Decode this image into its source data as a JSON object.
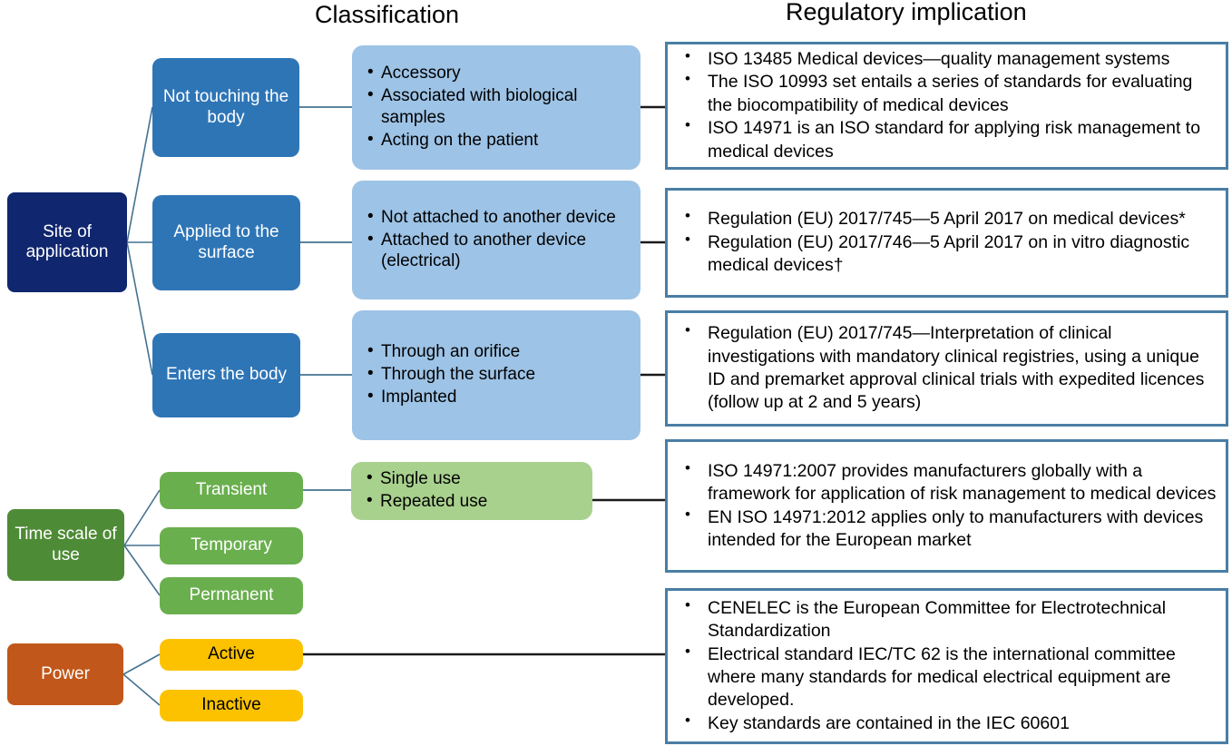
{
  "headers": {
    "classification": "Classification",
    "regulatory": "Regulatory implication"
  },
  "colors": {
    "navy": "#10266E",
    "blue": "#2E75B6",
    "light_blue": "#9DC3E6",
    "green_dark": "#4E8B36",
    "green": "#6AAF4E",
    "light_green": "#A9D18E",
    "orange": "#C1571A",
    "yellow": "#FCC200",
    "box_border": "#4A7EA5",
    "connector": "#44728F",
    "connector_dark": "#1A1A1A"
  },
  "roots": {
    "site": "Site of application",
    "time": "Time scale of use",
    "power": "Power"
  },
  "categories": {
    "not_touching": "Not touching the body",
    "applied_surface": "Applied to the surface",
    "enters_body": "Enters the body",
    "transient": "Transient",
    "temporary": "Temporary",
    "permanent": "Permanent",
    "active": "Active",
    "inactive": "Inactive"
  },
  "classification": {
    "not_touching": [
      "Accessory",
      "Associated with biological samples",
      "Acting on the patient"
    ],
    "applied_surface": [
      "Not attached to another device",
      "Attached to another device (electrical)"
    ],
    "enters_body": [
      "Through an orifice",
      "Through the surface",
      "Implanted"
    ],
    "transient": [
      "Single use",
      "Repeated use"
    ]
  },
  "regulatory": {
    "not_touching": [
      "ISO 13485 Medical devices—quality management systems",
      "The ISO 10993 set entails a series of standards for evaluating the biocompatibility of medical devices",
      "ISO 14971 is an ISO standard for applying risk management to medical devices"
    ],
    "applied_surface": [
      "Regulation (EU) 2017/745—5 April 2017 on medical devices*",
      "Regulation (EU) 2017/746—5 April 2017 on in vitro diagnostic medical devices†"
    ],
    "enters_body": [
      "Regulation (EU) 2017/745—Interpretation of clinical investigations with mandatory clinical registries, using a unique ID and premarket approval clinical trials with expedited licences (follow up at 2 and 5 years)"
    ],
    "time_scale": [
      "ISO 14971:2007 provides manufacturers globally with a framework for application of risk management to medical devices",
      "EN ISO 14971:2012 applies only to manufacturers with devices intended for the European market"
    ],
    "power": [
      "CENELEC is the European Committee for Electrotechnical Standardization",
      "Electrical standard IEC/TC 62 is  the international committee where many standards for medical electrical equipment are developed.",
      "Key standards are contained in the IEC 60601"
    ]
  }
}
